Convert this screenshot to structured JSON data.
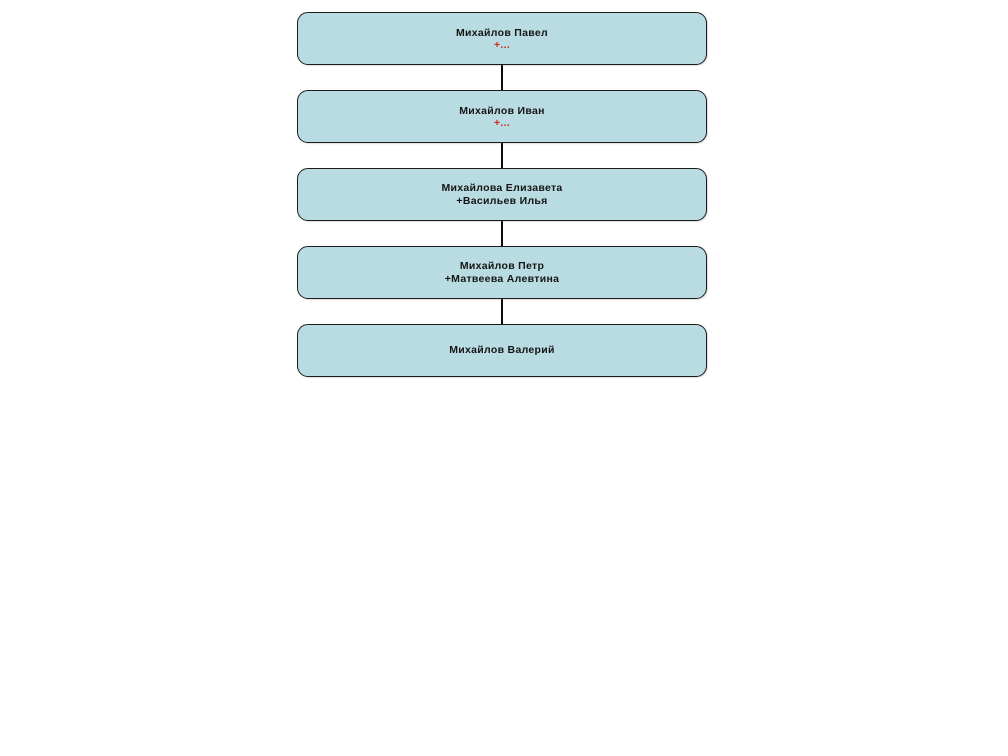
{
  "diagram": {
    "type": "family-tree",
    "colors": {
      "node_fill": "#b9dce2",
      "node_border": "#1c1c1c",
      "text": "#151515",
      "unknown_spouse": "#cc2b16",
      "connector": "#0a0a0a",
      "page_bg": "#ffffff"
    },
    "nodes": [
      {
        "name": "Михайлов Павел",
        "spouse": "+..."
      },
      {
        "name": "Михайлов Иван",
        "spouse": "+..."
      },
      {
        "name": "Михайлова Елизавета",
        "spouse": "+Васильев Илья"
      },
      {
        "name": "Михайлов Петр",
        "spouse": "+Матвеева Алевтина"
      },
      {
        "name": "Михайлов Валерий",
        "spouse": ""
      }
    ]
  }
}
